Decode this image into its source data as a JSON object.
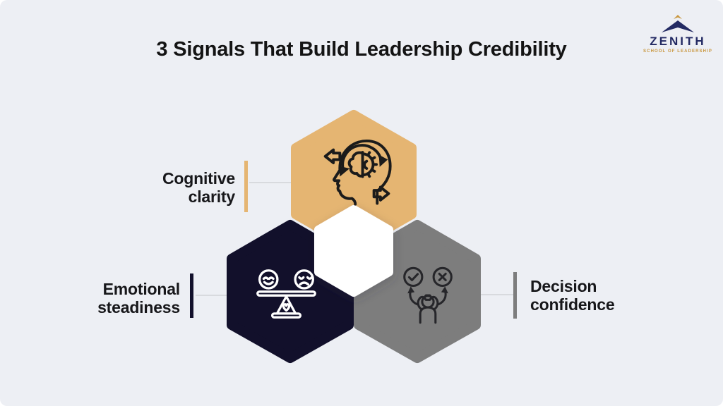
{
  "page": {
    "title": "3 Signals That Build Leadership Credibility"
  },
  "logo": {
    "name": "ZENITH",
    "tagline": "SCHOOL OF LEADERSHIP"
  },
  "signals": [
    {
      "id": "cognitive-clarity",
      "lines": [
        "Cognitive",
        "clarity"
      ],
      "icon": "head-gear-cycle-icon",
      "hex_color": "#e5b572"
    },
    {
      "id": "emotional-steadiness",
      "lines": [
        "Emotional",
        "steadiness"
      ],
      "icon": "balance-faces-icon",
      "hex_color": "#12102b"
    },
    {
      "id": "decision-confidence",
      "lines": [
        "Decision",
        "confidence"
      ],
      "icon": "person-check-x-icon",
      "hex_color": "#7d7d7d"
    }
  ],
  "colors": {
    "background": "#edeff4",
    "gold": "#e5b572",
    "navy": "#12102b",
    "gray": "#7d7d7d",
    "white_hex": "#ffffff",
    "title_text": "#141414",
    "label_text": "#17171a",
    "connector": "#d8dade",
    "icon_dark": "#1b1b1b",
    "icon_light": "#ffffff",
    "icon_decision": "#26262a",
    "logo_navy": "#232a63",
    "logo_gold": "#c9973f"
  }
}
